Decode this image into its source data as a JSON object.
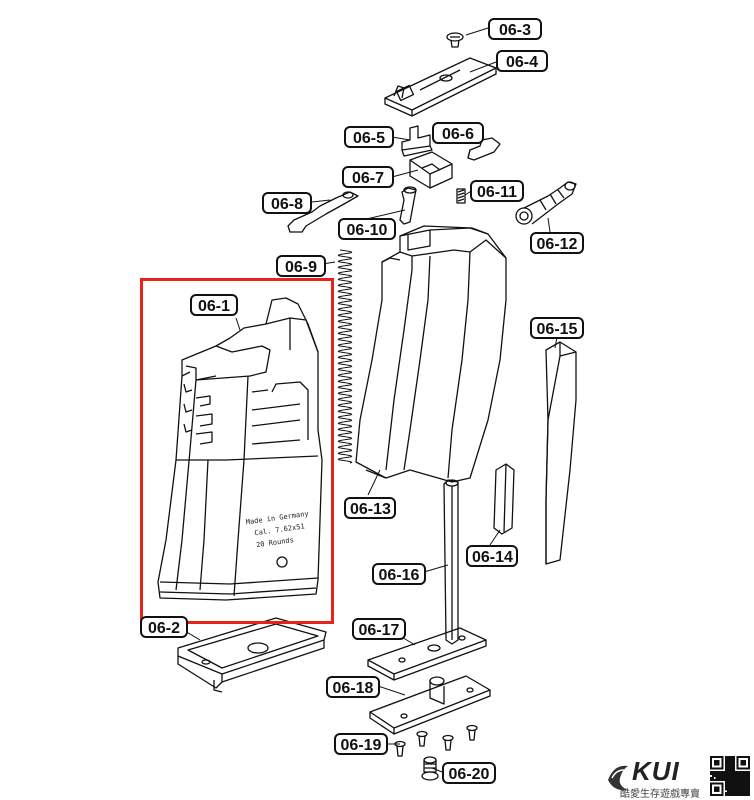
{
  "labels": [
    {
      "id": "06-1",
      "text": "06-1"
    },
    {
      "id": "06-2",
      "text": "06-2"
    },
    {
      "id": "06-3",
      "text": "06-3"
    },
    {
      "id": "06-4",
      "text": "06-4"
    },
    {
      "id": "06-5",
      "text": "06-5"
    },
    {
      "id": "06-6",
      "text": "06-6"
    },
    {
      "id": "06-7",
      "text": "06-7"
    },
    {
      "id": "06-8",
      "text": "06-8"
    },
    {
      "id": "06-9",
      "text": "06-9"
    },
    {
      "id": "06-10",
      "text": "06-10"
    },
    {
      "id": "06-11",
      "text": "06-11"
    },
    {
      "id": "06-12",
      "text": "06-12"
    },
    {
      "id": "06-13",
      "text": "06-13"
    },
    {
      "id": "06-14",
      "text": "06-14"
    },
    {
      "id": "06-15",
      "text": "06-15"
    },
    {
      "id": "06-16",
      "text": "06-16"
    },
    {
      "id": "06-17",
      "text": "06-17"
    },
    {
      "id": "06-18",
      "text": "06-18"
    },
    {
      "id": "06-19",
      "text": "06-19"
    },
    {
      "id": "06-20",
      "text": "06-20"
    }
  ],
  "engraving": {
    "line1": "Made in Germany",
    "line2": "Cal. 7.62x51",
    "line3": "20 Rounds"
  },
  "brand": {
    "name": "KUI",
    "slogan": "酷愛生存遊戲專賣"
  },
  "colors": {
    "highlight": "#e8231c",
    "ink": "#111111"
  }
}
